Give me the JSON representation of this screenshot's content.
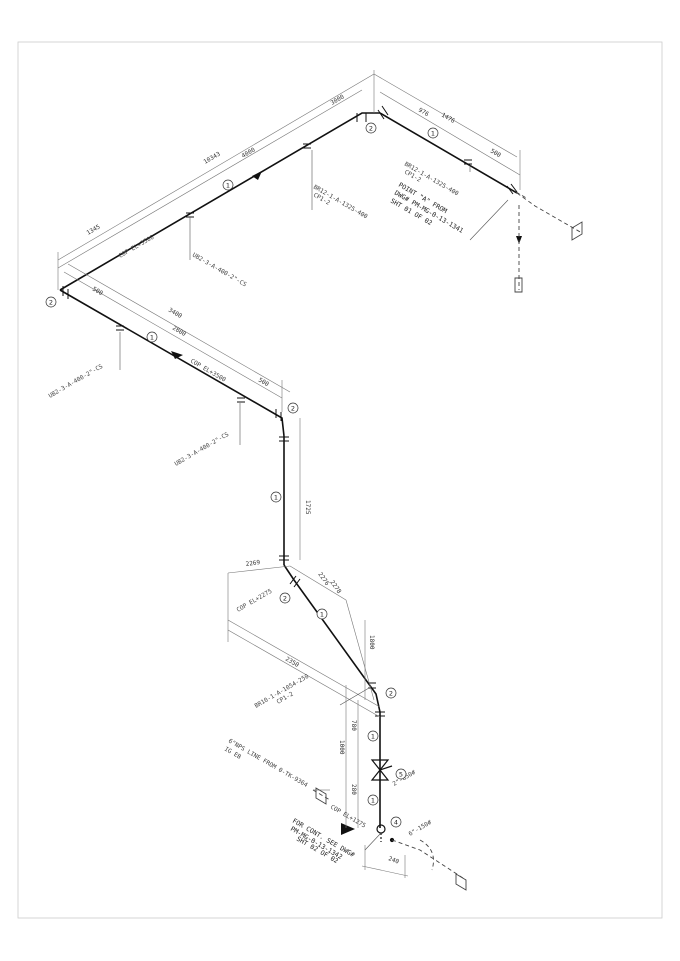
{
  "colors": {
    "pipe": "#111111",
    "dimension": "#666666",
    "border": "#cccccc",
    "background": "#ffffff"
  },
  "dimensions": {
    "d3000": "3000",
    "d10343": "10343",
    "d4000": "4000",
    "d1345": "1345",
    "d500a": "500",
    "d976": "976",
    "d1476": "1476",
    "d500b": "500",
    "d3400": "3400",
    "d2800": "2800",
    "d500c": "500",
    "d1725": "1725",
    "d2269": "2269",
    "d2276": "2276",
    "d2278": "2278",
    "d2350": "2350",
    "d1800": "1800",
    "d780": "780",
    "d1000": "1000",
    "d280": "280",
    "d240": "240"
  },
  "elevations": {
    "cop3500a": "COP EL+3500",
    "cop3500b": "COP EL+3500",
    "cop2275": "COP EL+2275",
    "cop1275": "COP EL+1275"
  },
  "lines": {
    "br12a": "BR12-1-A-1325-400",
    "cp1a": "CP1-2",
    "br12b": "BR12-1-A-1325-400",
    "cp1b": "CP1-2",
    "ub2a": "UB2-3-A-400-2\"-CS",
    "ub2b": "UB2-3-A-400-2\"-CS",
    "ub2c": "UB2-3-A-400-2\"-CS",
    "br10": "BR10-1-A-1054-250",
    "cp1c": "CP1-2",
    "inlet1": "6\"NPS LINE FROM 0-TK-9364",
    "inlet2": "IG EB"
  },
  "notes": {
    "pointA1": "POINT \"A\" FROM",
    "pointA2": "DWG# PM-MG-0-13-1341",
    "pointA3": "SHT 01 OF 02",
    "cont1": "FOR CONT. SEE DWG#",
    "cont2": "PM-MG-0-13-1342",
    "cont3": "SHT 02 OF 02"
  },
  "sizes": {
    "valve": "2\"-850#",
    "branch": "6\"-150#"
  },
  "bubbles": {
    "b1a": "1",
    "b1b": "1",
    "b1c": "1",
    "b1d": "1",
    "b1e": "1",
    "b1f": "1",
    "b1g": "1",
    "b2a": "2",
    "b2b": "2",
    "b2c": "2",
    "b2d": "2",
    "b2e": "2",
    "b4": "4",
    "b5": "5"
  }
}
